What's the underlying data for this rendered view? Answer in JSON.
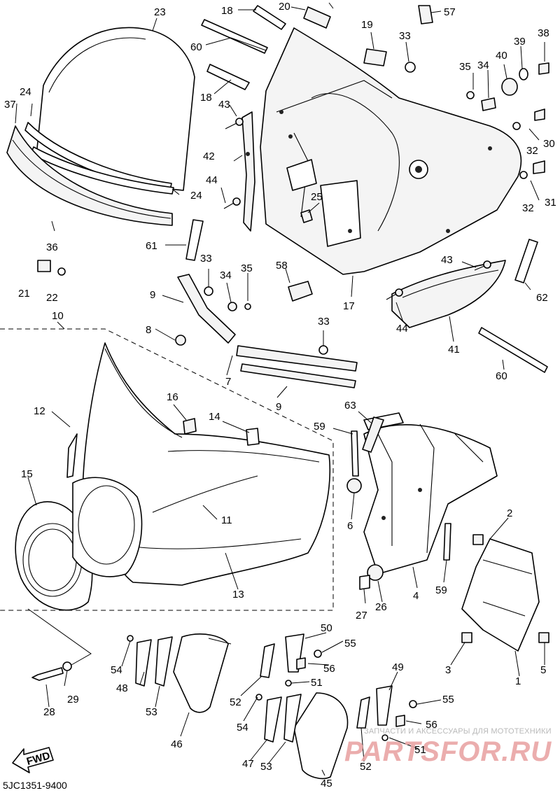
{
  "figure": {
    "code": "5JC1351-9400",
    "fwd_label": "FWD"
  },
  "watermark": {
    "line1": "ЗАПЧАСТИ И АКСЕССУАРЫ ДЛЯ МОТОТЕХНИКИ",
    "line2": "PARTSFOR.RU"
  },
  "callouts": {
    "c1": "1",
    "c2": "2",
    "c3": "3",
    "c4": "4",
    "c5": "5",
    "c6": "6",
    "c7": "7",
    "c8": "8",
    "c9a": "9",
    "c9b": "9",
    "c10": "10",
    "c11": "11",
    "c12": "12",
    "c13": "13",
    "c14": "14",
    "c15": "15",
    "c16": "16",
    "c17": "17",
    "c18a": "18",
    "c18b": "18",
    "c19": "19",
    "c20": "20",
    "c21": "21",
    "c22": "22",
    "c23": "23",
    "c24a": "24",
    "c24b": "24",
    "c25": "25",
    "c26": "26",
    "c27": "27",
    "c28": "28",
    "c29": "29",
    "c30": "30",
    "c31": "31",
    "c32a": "32",
    "c32b": "32",
    "c33a": "33",
    "c33b": "33",
    "c33c": "33",
    "c34a": "34",
    "c34b": "34",
    "c35a": "35",
    "c35b": "35",
    "c36": "36",
    "c37": "37",
    "c38": "38",
    "c39": "39",
    "c40": "40",
    "c41": "41",
    "c42": "42",
    "c43a": "43",
    "c43b": "43",
    "c44a": "44",
    "c44b": "44",
    "c45": "45",
    "c46": "46",
    "c47": "47",
    "c48": "48",
    "c49": "49",
    "c50": "50",
    "c51a": "51",
    "c51b": "51",
    "c52a": "52",
    "c52b": "52",
    "c53a": "53",
    "c53b": "53",
    "c54a": "54",
    "c54b": "54",
    "c55a": "55",
    "c55b": "55",
    "c56a": "56",
    "c56b": "56",
    "c57": "57",
    "c58": "58",
    "c59a": "59",
    "c59b": "59",
    "c60a": "60",
    "c60b": "60",
    "c61": "61",
    "c62": "62",
    "c63": "63"
  }
}
